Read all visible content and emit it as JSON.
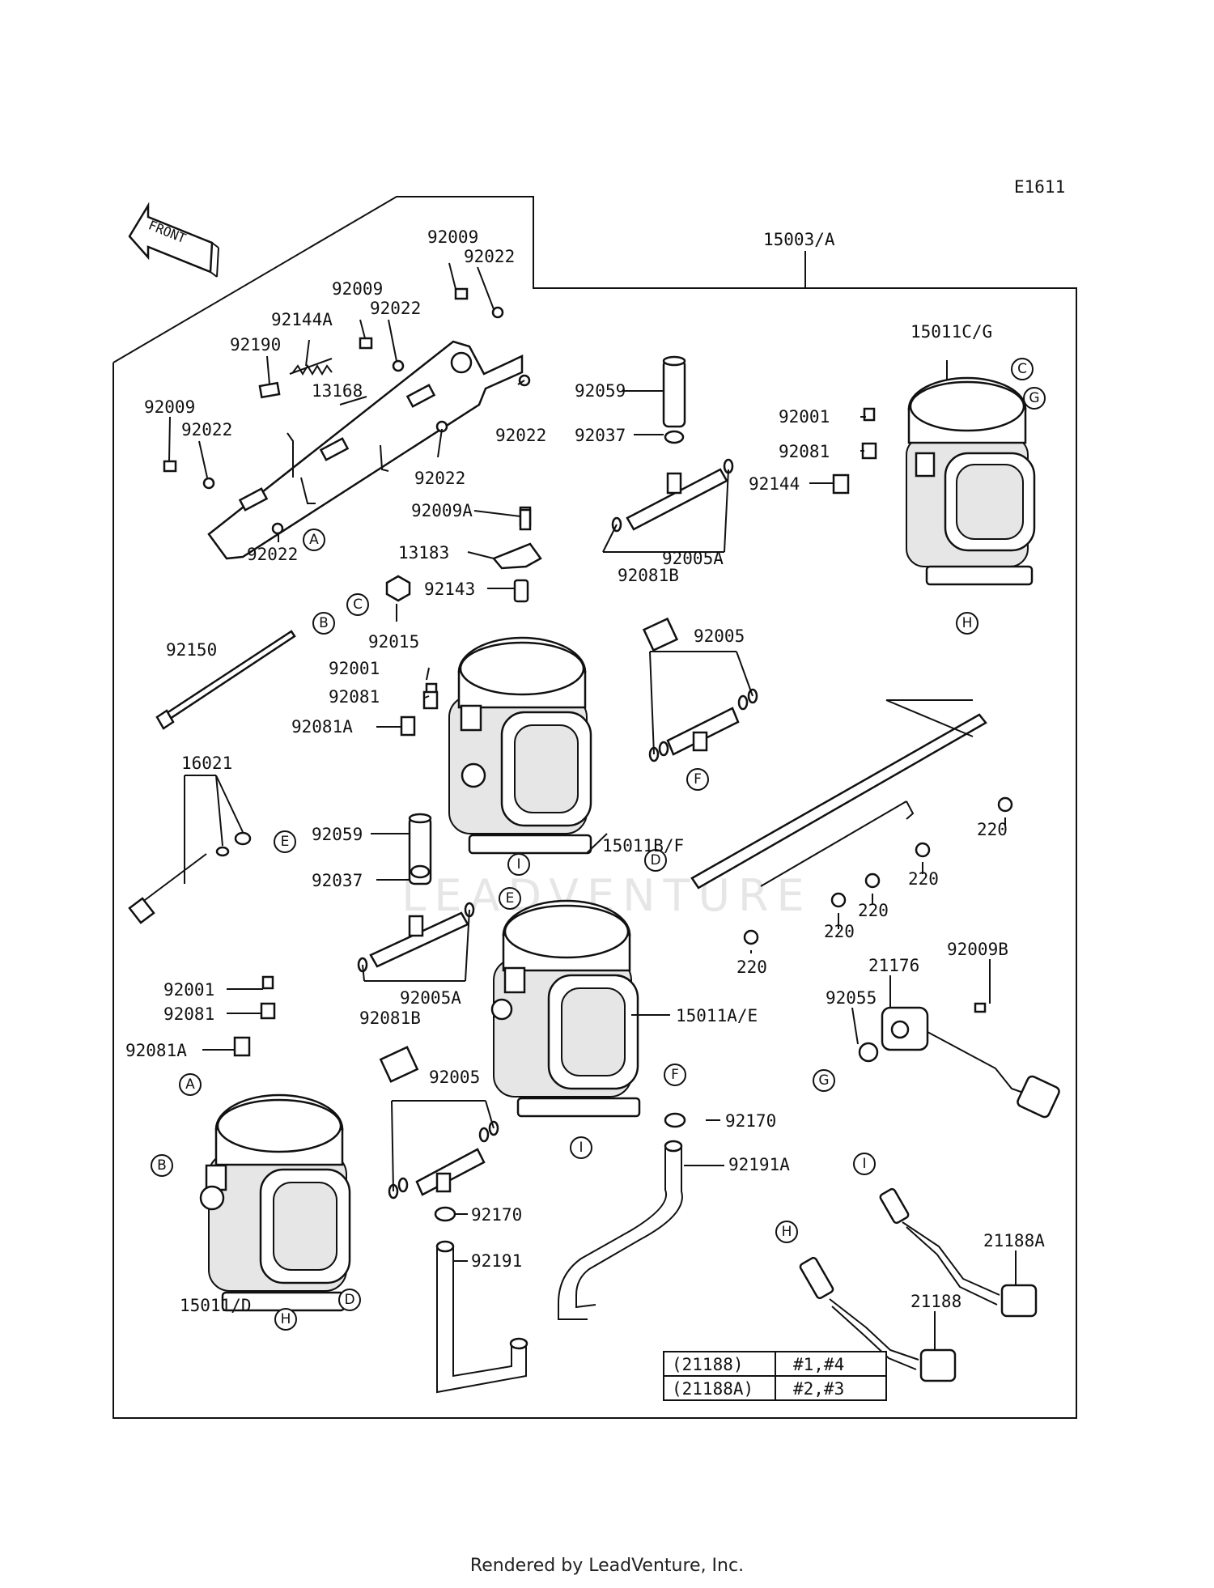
{
  "diagram_code": "E1611",
  "front_label": "FRONT",
  "labels": {
    "p15003A": "15003/A",
    "p15011CG": "15011C/G",
    "p15011BF": "15011B/F",
    "p15011AE": "15011A/E",
    "p15011D": "15011/D",
    "p92009_1": "92009",
    "p92022_1": "92022",
    "p92009_2": "92009",
    "p92022_2": "92022",
    "p92144A": "92144A",
    "p92190": "92190",
    "p13168": "13168",
    "p92009_3": "92009",
    "p92022_3": "92022",
    "p92022_4": "92022",
    "p92022_5": "92022",
    "p92022_6": "92022",
    "p92059_1": "92059",
    "p92037_1": "92037",
    "p92001_1": "92001",
    "p92081_1": "92081",
    "p92144": "92144",
    "p92009A": "92009A",
    "p13183": "13183",
    "p92005A_1": "92005A",
    "p92143": "92143",
    "p92081B_1": "92081B",
    "p92015": "92015",
    "p92150": "92150",
    "p92001_2": "92001",
    "p92005_1": "92005",
    "p92081_2": "92081",
    "p92081A_1": "92081A",
    "p16021": "16021",
    "p92059_2": "92059",
    "p92037_2": "92037",
    "p92005A_2": "92005A",
    "p92081B_2": "92081B",
    "p92001_3": "92001",
    "p92081_3": "92081",
    "p92081A_2": "92081A",
    "p92005_2": "92005",
    "p220_1": "220",
    "p220_2": "220",
    "p220_3": "220",
    "p220_4": "220",
    "p220_5": "220",
    "p21176": "21176",
    "p92009B": "92009B",
    "p92055": "92055",
    "p92170_1": "92170",
    "p92191A": "92191A",
    "p92170_2": "92170",
    "p92191": "92191",
    "p21188A": "21188A",
    "p21188": "21188"
  },
  "callouts": {
    "c_A1": "A",
    "c_C1": "C",
    "c_G1": "G",
    "c_B1": "B",
    "c_C2": "C",
    "c_H1": "H",
    "c_E1": "E",
    "c_F1": "F",
    "c_I1": "I",
    "c_E2": "E",
    "c_D1": "D",
    "c_A2": "A",
    "c_B2": "B",
    "c_D2": "D",
    "c_H2": "H",
    "c_I2": "I",
    "c_F2": "F",
    "c_G2": "G",
    "c_I3": "I",
    "c_H3": "H"
  },
  "table": {
    "rows": [
      {
        "part": "(21188)",
        "cyl": "#1,#4"
      },
      {
        "part": "(21188A)",
        "cyl": "#2,#3"
      }
    ]
  },
  "watermark": "LEADVENTURE",
  "footer": "Rendered by LeadVenture, Inc."
}
